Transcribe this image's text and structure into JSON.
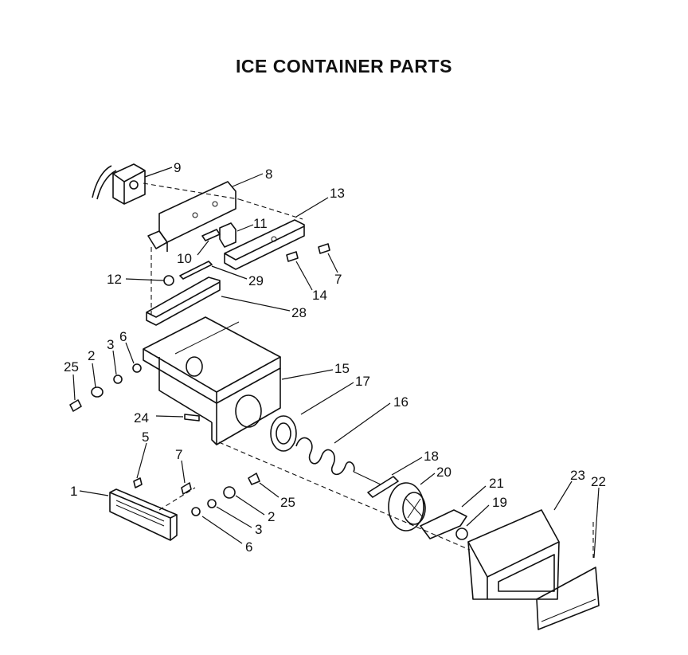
{
  "title": "ICE CONTAINER PARTS",
  "callouts": {
    "c1": "1",
    "c2a": "2",
    "c2b": "2",
    "c3a": "3",
    "c3b": "3",
    "c5": "5",
    "c6a": "6",
    "c6b": "6",
    "c7a": "7",
    "c7b": "7",
    "c8": "8",
    "c9": "9",
    "c10": "10",
    "c11": "11",
    "c12": "12",
    "c13": "13",
    "c14": "14",
    "c15": "15",
    "c16": "16",
    "c17": "17",
    "c18": "18",
    "c19": "19",
    "c20": "20",
    "c21": "21",
    "c22": "22",
    "c23": "23",
    "c24": "24",
    "c25a": "25",
    "c25b": "25",
    "c28": "28",
    "c29": "29"
  }
}
